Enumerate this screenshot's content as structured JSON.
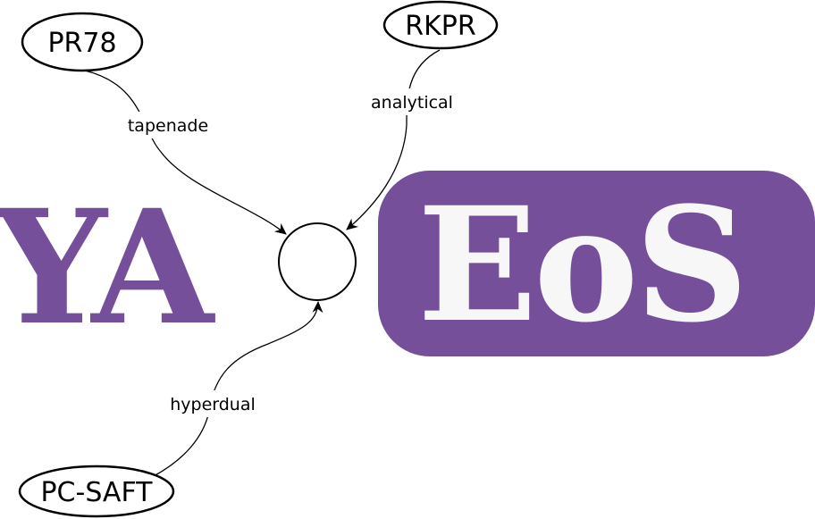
{
  "logo": {
    "left_text": "YA",
    "right_text": "EoS",
    "brand_color": "#754f9a",
    "badge_text_color": "#f7f7f7"
  },
  "nodes": [
    {
      "id": "pr78",
      "label": "PR78"
    },
    {
      "id": "rkpr",
      "label": "RKPR"
    },
    {
      "id": "pcsaft",
      "label": "PC-SAFT"
    }
  ],
  "edges": [
    {
      "from": "pr78",
      "to": "center",
      "label": "tapenade"
    },
    {
      "from": "rkpr",
      "to": "center",
      "label": "analytical"
    },
    {
      "from": "pcsaft",
      "to": "center",
      "label": "hyperdual"
    }
  ]
}
